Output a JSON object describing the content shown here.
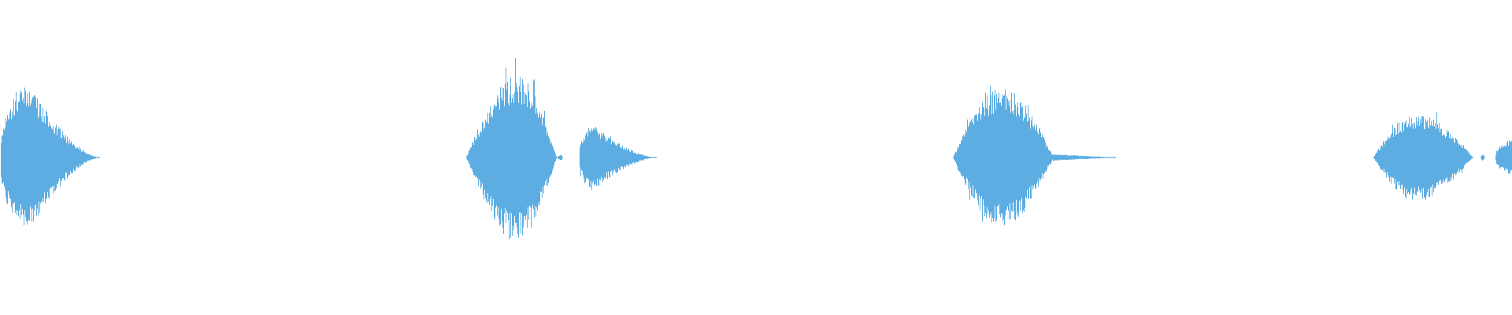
{
  "waveform": {
    "color": "#5dade2",
    "background": "#ffffff",
    "total_duration_fraction": 1.0,
    "bursts": [
      {
        "start": 0.0,
        "peak": 0.018,
        "end": 0.066,
        "peak_amplitude": 0.48,
        "shape": "fast-attack"
      },
      {
        "start": 0.308,
        "peak": 0.342,
        "end": 0.368,
        "peak_amplitude": 0.52,
        "shape": "symmetric"
      },
      {
        "start": 0.368,
        "peak": 0.371,
        "end": 0.372,
        "peak_amplitude": 0.02,
        "shape": "tick"
      },
      {
        "start": 0.383,
        "peak": 0.391,
        "end": 0.434,
        "peak_amplitude": 0.22,
        "shape": "fast-attack"
      },
      {
        "start": 0.63,
        "peak": 0.662,
        "end": 0.738,
        "peak_amplitude": 0.44,
        "shape": "tail"
      },
      {
        "start": 0.908,
        "peak": 0.936,
        "end": 0.974,
        "peak_amplitude": 0.28,
        "shape": "symmetric"
      },
      {
        "start": 0.979,
        "peak": 0.98,
        "end": 0.982,
        "peak_amplitude": 0.02,
        "shape": "tick"
      },
      {
        "start": 0.989,
        "peak": 1.0,
        "end": 1.0,
        "peak_amplitude": 0.12,
        "shape": "fast-attack"
      }
    ]
  }
}
